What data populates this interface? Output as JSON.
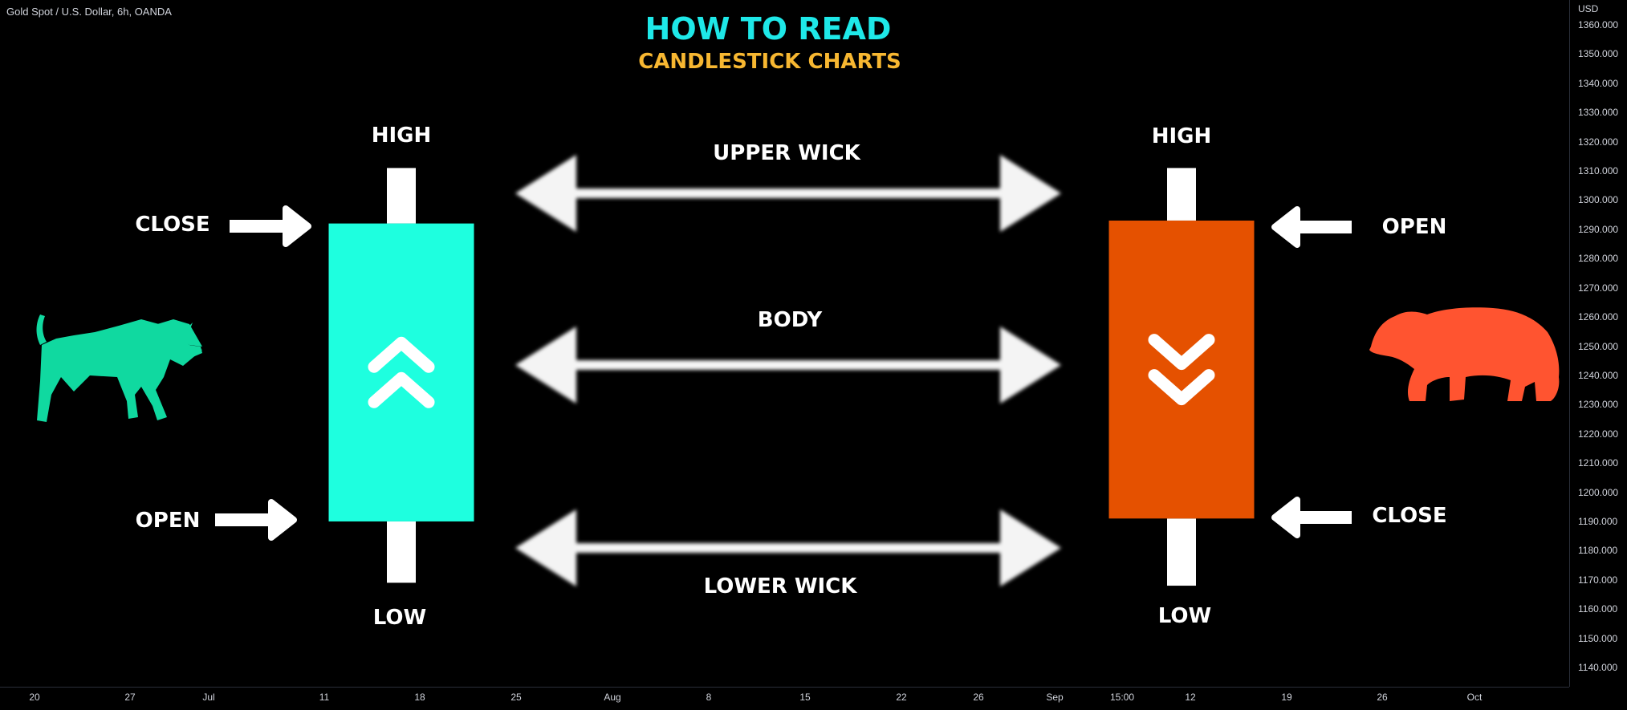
{
  "colors": {
    "background": "#000000",
    "title": "#1ee8e8",
    "subtitle": "#f7b731",
    "bullish": "#1effdf",
    "bearish": "#e55100",
    "bull_icon": "#10d9a0",
    "bear_icon": "#ff5430",
    "text": "#ffffff"
  },
  "header": {
    "symbol": "Gold Spot / U.S. Dollar, 6h, OANDA",
    "currency": "USD"
  },
  "chart_data": {
    "type": "candlestick",
    "title": "HOW TO READ",
    "subtitle": "CANDLESTICK CHARTS",
    "y_axis": {
      "ylim": [
        1135,
        1362
      ],
      "ticks": [
        "1140.000",
        "1150.000",
        "1160.000",
        "1170.000",
        "1180.000",
        "1190.000",
        "1200.000",
        "1210.000",
        "1220.000",
        "1230.000",
        "1240.000",
        "1250.000",
        "1260.000",
        "1270.000",
        "1280.000",
        "1290.000",
        "1300.000",
        "1310.000",
        "1320.000",
        "1330.000",
        "1340.000",
        "1350.000",
        "1360.000"
      ]
    },
    "x_axis": {
      "ticks": [
        "20",
        "27",
        "Jul",
        "11",
        "18",
        "25",
        "Aug",
        "8",
        "15",
        "22",
        "26",
        "Sep",
        "15:00",
        "12",
        "19",
        "26",
        "Oct"
      ]
    },
    "candles": [
      {
        "name": "bullish",
        "direction": "up",
        "open": 1190,
        "close": 1292,
        "high": 1311,
        "low": 1169,
        "high_label": "HIGH",
        "low_label": "LOW",
        "open_label": "OPEN",
        "close_label": "CLOSE"
      },
      {
        "name": "bearish",
        "direction": "down",
        "open": 1293,
        "close": 1191,
        "high": 1311,
        "low": 1168,
        "high_label": "HIGH",
        "low_label": "LOW",
        "open_label": "OPEN",
        "close_label": "CLOSE"
      }
    ],
    "annotations": [
      "UPPER WICK",
      "BODY",
      "LOWER WICK"
    ]
  },
  "icons": {
    "bull": "bull-icon",
    "bear": "bear-icon"
  }
}
